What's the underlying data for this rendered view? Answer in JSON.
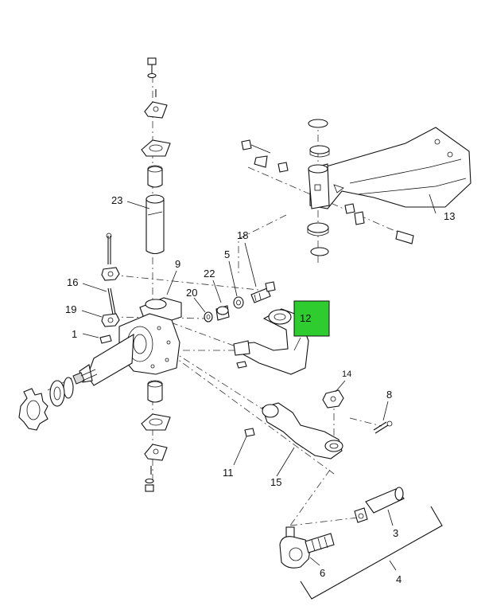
{
  "callouts": {
    "c1": "1",
    "c3": "3",
    "c4": "4",
    "c5": "5",
    "c6": "6",
    "c8": "8",
    "c9": "9",
    "c11": "11",
    "c12": "12",
    "c13": "13",
    "c14": "14",
    "c15": "15",
    "c16": "16",
    "c18": "18",
    "c19": "19",
    "c20": "20",
    "c22": "22",
    "c23": "23"
  },
  "highlight_color": "#2ecc2e",
  "highlighted_callout": "12"
}
